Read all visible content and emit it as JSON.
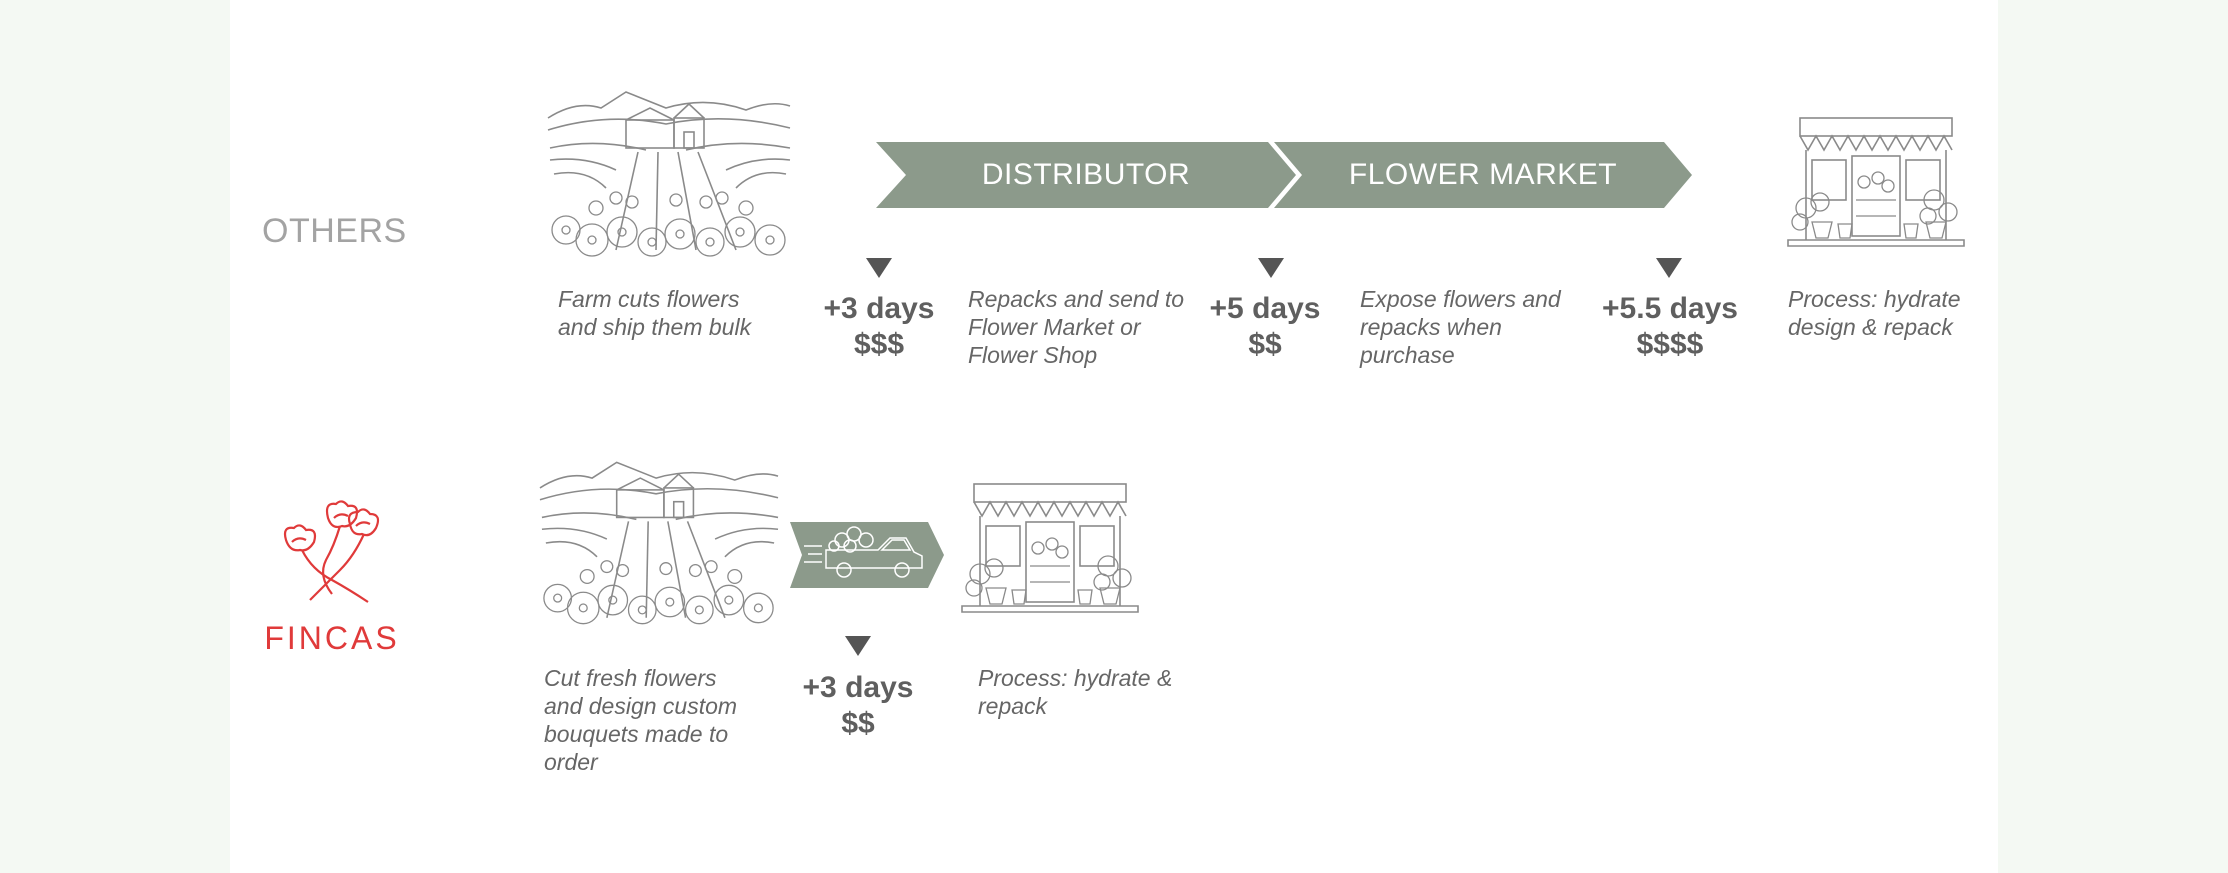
{
  "colors": {
    "background": "#f4f9f3",
    "panel": "#ffffff",
    "chevron": "#8c9a8b",
    "text_gray": "#666666",
    "brand_red": "#e03a3a"
  },
  "others": {
    "label": "OTHERS",
    "steps": {
      "distributor": "DISTRIBUTOR",
      "flower_market": "FLOWER MARKET"
    },
    "descriptions": {
      "farm": "Farm cuts flowers and ship them bulk",
      "distributor": "Repacks and send to Flower Market or Flower Shop",
      "market": "Expose flowers and repacks when purchase",
      "shop": "Process: hydrate design & repack"
    },
    "metrics": [
      {
        "days": "+3 days",
        "cost": "$$$"
      },
      {
        "days": "+5 days",
        "cost": "$$"
      },
      {
        "days": "+5.5 days",
        "cost": "$$$$"
      }
    ]
  },
  "fincas": {
    "label": "FINCAS",
    "descriptions": {
      "farm": "Cut fresh flowers and design custom bouquets made to order",
      "shop": "Process: hydrate & repack"
    },
    "metrics": [
      {
        "days": "+3 days",
        "cost": "$$"
      }
    ]
  },
  "icons": [
    "farm-illustration",
    "flower-shop-illustration",
    "delivery-truck-icon",
    "fincas-flower-logo",
    "down-arrow-icon"
  ]
}
